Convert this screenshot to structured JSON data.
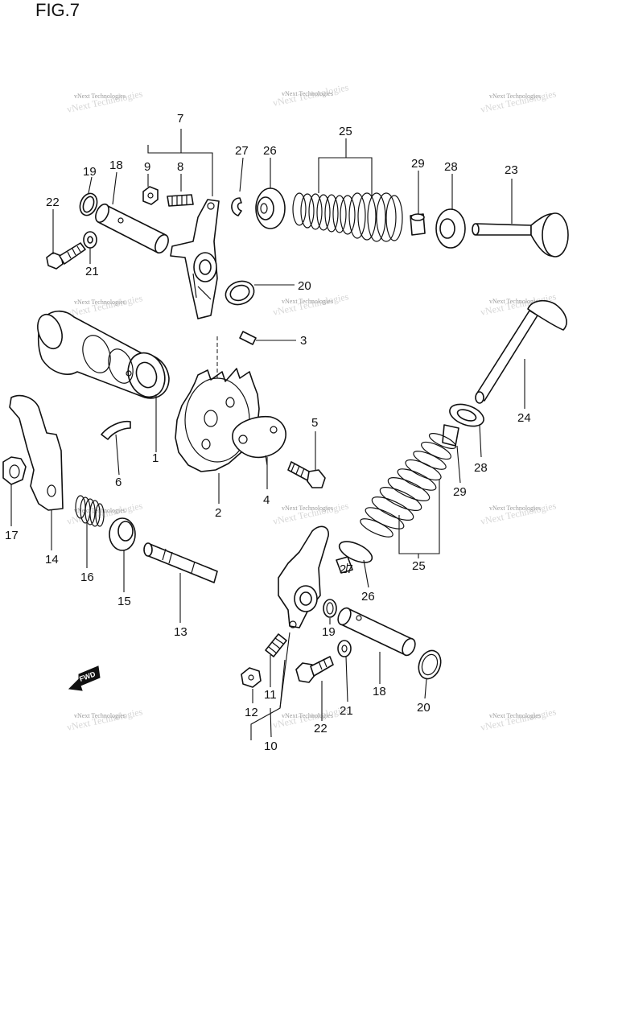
{
  "figure": {
    "title": "FIG.7",
    "fwd_label": "FWD"
  },
  "watermark": {
    "text": "vNext Technologies"
  },
  "callouts": [
    {
      "id": "c1",
      "label": "1"
    },
    {
      "id": "c2",
      "label": "2"
    },
    {
      "id": "c3",
      "label": "3"
    },
    {
      "id": "c4",
      "label": "4"
    },
    {
      "id": "c5",
      "label": "5"
    },
    {
      "id": "c6",
      "label": "6"
    },
    {
      "id": "c7",
      "label": "7"
    },
    {
      "id": "c8",
      "label": "8"
    },
    {
      "id": "c9",
      "label": "9"
    },
    {
      "id": "c10",
      "label": "10"
    },
    {
      "id": "c11",
      "label": "11"
    },
    {
      "id": "c12",
      "label": "12"
    },
    {
      "id": "c13",
      "label": "13"
    },
    {
      "id": "c14",
      "label": "14"
    },
    {
      "id": "c15",
      "label": "15"
    },
    {
      "id": "c16",
      "label": "16"
    },
    {
      "id": "c17",
      "label": "17"
    },
    {
      "id": "c18a",
      "label": "18"
    },
    {
      "id": "c18b",
      "label": "18"
    },
    {
      "id": "c19a",
      "label": "19"
    },
    {
      "id": "c19b",
      "label": "19"
    },
    {
      "id": "c20a",
      "label": "20"
    },
    {
      "id": "c20b",
      "label": "20"
    },
    {
      "id": "c21a",
      "label": "21"
    },
    {
      "id": "c21b",
      "label": "21"
    },
    {
      "id": "c22a",
      "label": "22"
    },
    {
      "id": "c22b",
      "label": "22"
    },
    {
      "id": "c23",
      "label": "23"
    },
    {
      "id": "c24",
      "label": "24"
    },
    {
      "id": "c25a",
      "label": "25"
    },
    {
      "id": "c25b",
      "label": "25"
    },
    {
      "id": "c26a",
      "label": "26"
    },
    {
      "id": "c26b",
      "label": "26"
    },
    {
      "id": "c27a",
      "label": "27"
    },
    {
      "id": "c27b",
      "label": "27"
    },
    {
      "id": "c28a",
      "label": "28"
    },
    {
      "id": "c28b",
      "label": "28"
    },
    {
      "id": "c29a",
      "label": "29"
    },
    {
      "id": "c29b",
      "label": "29"
    }
  ]
}
